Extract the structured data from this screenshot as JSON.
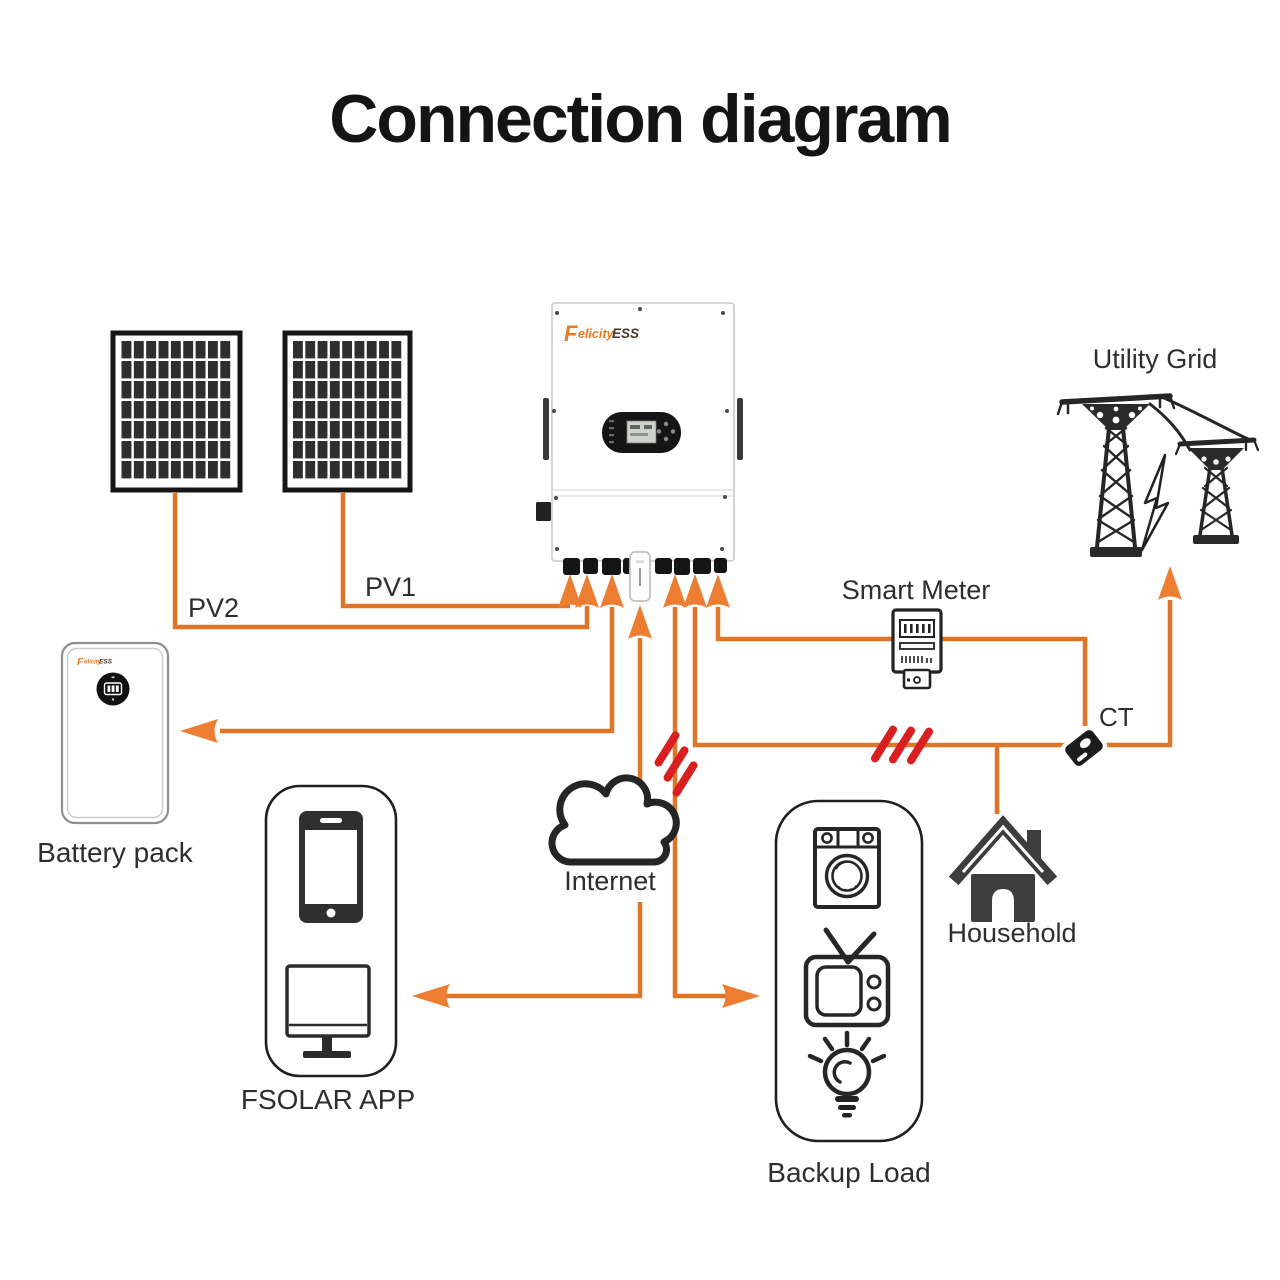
{
  "title": "Connection diagram",
  "labels": {
    "pv1": "PV1",
    "pv2": "PV2",
    "battery": "Battery pack",
    "app": "FSOLAR APP",
    "internet": "Internet",
    "backup": "Backup Load",
    "household": "Household",
    "smart_meter": "Smart Meter",
    "ct": "CT",
    "utility_grid": "Utility Grid"
  },
  "inverter": {
    "logo_f": "F",
    "logo_mid": "elicity",
    "logo_end": "ESS"
  },
  "battery": {
    "logo_f": "F",
    "logo_mid": "elicity",
    "logo_end": "ESS"
  },
  "colors": {
    "wire": "#DF7527",
    "arrow": "#ED7D31",
    "disconnect_slash": "#D91F1F",
    "outline": "#262626",
    "label": "#2e2e2e",
    "brand_orange": "#E87A22"
  },
  "icons": {
    "solar_panel": "pv-module-grid",
    "inverter": "hybrid-inverter-box",
    "wifi_dongle": "wifi-stick",
    "utility_grid": "transmission-towers-with-bolt",
    "smart_meter": "energy-meter",
    "ct": "current-transformer-clamp",
    "battery": "wall-battery-pack",
    "internet": "cloud",
    "fsolar_app": "smartphone-and-monitor",
    "backup_load": "washing-machine-tv-bulb",
    "household": "house"
  },
  "connections": [
    {
      "from": "pv-panel-left",
      "to": "inverter",
      "label": "PV2"
    },
    {
      "from": "pv-panel-right",
      "to": "inverter",
      "label": "PV1"
    },
    {
      "from": "inverter",
      "to": "battery-pack",
      "bidirectional": true
    },
    {
      "from": "internet",
      "to": "inverter"
    },
    {
      "from": "internet",
      "to": "fsolar-app"
    },
    {
      "from": "inverter",
      "to": "backup-load",
      "marked": "disconnect-slashes"
    },
    {
      "from": "inverter",
      "to": "smart-meter"
    },
    {
      "from": "inverter",
      "to": "utility-grid",
      "via": "CT",
      "marked": "disconnect-slashes"
    },
    {
      "from": "grid-line",
      "to": "household"
    }
  ]
}
